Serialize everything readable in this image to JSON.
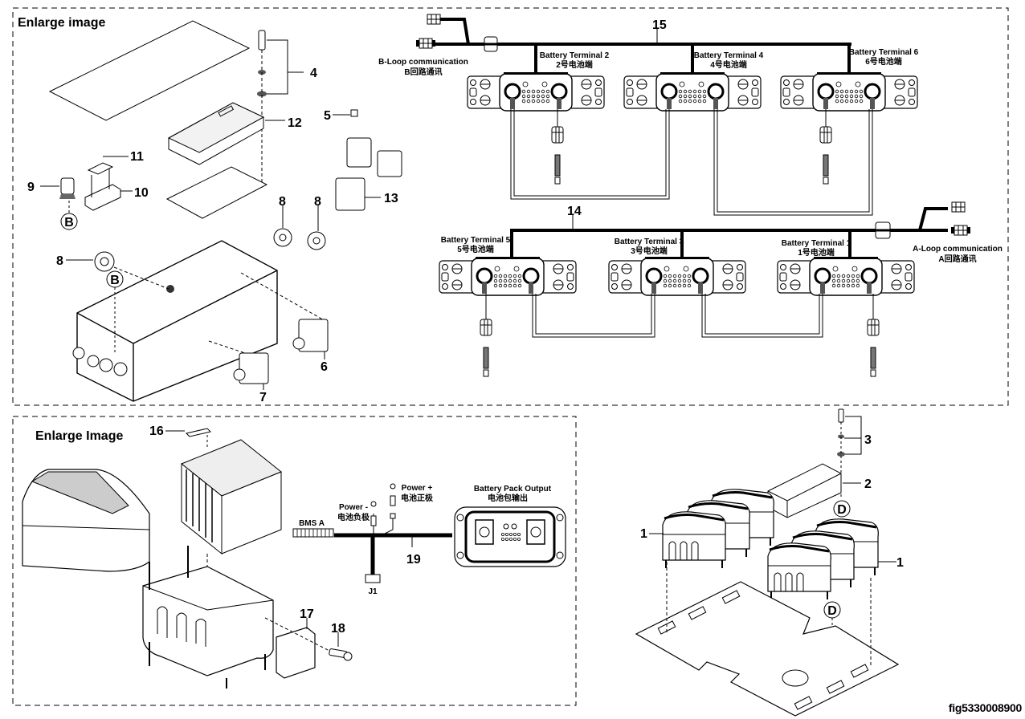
{
  "figure_id": "fig5330008900",
  "panels": {
    "top_left": {
      "title": "Enlarge image"
    },
    "bottom_left": {
      "title": "Enlarge Image"
    }
  },
  "callouts": {
    "c1": "1",
    "c2": "2",
    "c3": "3",
    "c4": "4",
    "c5": "5",
    "c6": "6",
    "c7": "7",
    "c8": "8",
    "c9": "9",
    "c10": "10",
    "c11": "11",
    "c12": "12",
    "c13": "13",
    "c14": "14",
    "c15": "15",
    "c16": "16",
    "c17": "17",
    "c18": "18",
    "c19": "19"
  },
  "detail_markers": {
    "b": "B",
    "d": "D"
  },
  "wiring_top": {
    "b_loop": {
      "en": "B-Loop communication",
      "zh": "B回路通讯"
    },
    "a_loop": {
      "en": "A-Loop communication",
      "zh": "A回路通讯"
    },
    "terminals": [
      {
        "en": "Battery Terminal 2",
        "zh": "2号电池端"
      },
      {
        "en": "Battery Terminal 4",
        "zh": "4号电池端"
      },
      {
        "en": "Battery Terminal 6",
        "zh": "6号电池端"
      },
      {
        "en": "Battery Terminal 5",
        "zh": "5号电池端"
      },
      {
        "en": "Battery Terminal 3",
        "zh": "3号电池端"
      },
      {
        "en": "Battery Terminal 1",
        "zh": "1号电池端"
      }
    ]
  },
  "wiring_bottom": {
    "bms": "BMS A",
    "power_neg": {
      "en": "Power -",
      "zh": "电池负极"
    },
    "power_pos": {
      "en": "Power +",
      "zh": "电池正极"
    },
    "j1": "J1",
    "pack_output": {
      "en": "Battery Pack Output",
      "zh": "电池包输出"
    }
  }
}
